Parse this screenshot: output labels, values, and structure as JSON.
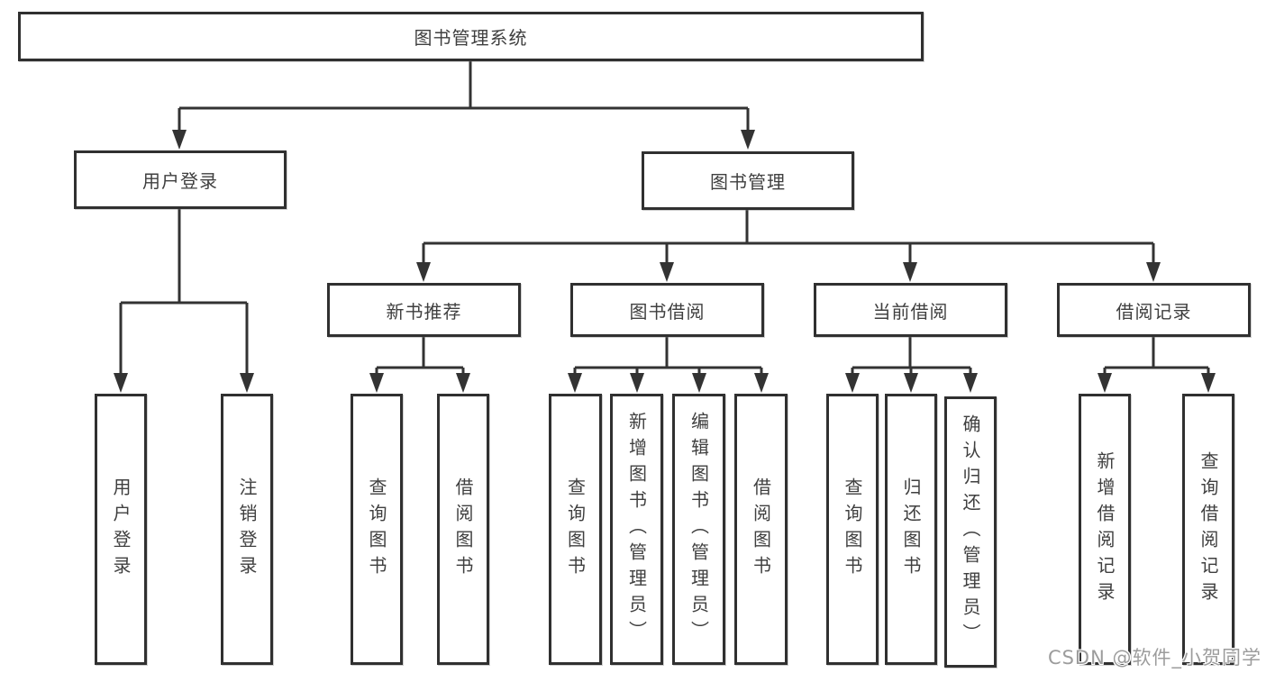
{
  "colors": {
    "line": "#333333",
    "text": "#3f3f3f",
    "box_bg": "#ffffff",
    "watermark": "#9c9c9c"
  },
  "nodes": {
    "root": {
      "label": "图书管理系统"
    },
    "user_login": {
      "label": "用户登录"
    },
    "book_mgmt": {
      "label": "图书管理"
    },
    "new_book_rec": {
      "label": "新书推荐"
    },
    "book_borrow": {
      "label": "图书借阅"
    },
    "current_borrow": {
      "label": "当前借阅"
    },
    "borrow_record": {
      "label": "借阅记录"
    },
    "ul_user_login": {
      "label": "用户登录"
    },
    "ul_logout": {
      "label": "注销登录"
    },
    "nb_query_book": {
      "label": "查询图书"
    },
    "nb_borrow_book": {
      "label": "借阅图书"
    },
    "bb_query_book": {
      "label": "查询图书"
    },
    "bb_add_book": {
      "label": "新增图书（管理员）"
    },
    "bb_edit_book": {
      "label": "编辑图书（管理员）"
    },
    "bb_borrow_book": {
      "label": "借阅图书"
    },
    "cb_query_book": {
      "label": "查询图书"
    },
    "cb_return_book": {
      "label": "归还图书"
    },
    "cb_confirm_return": {
      "label": "确认归还（管理员）"
    },
    "br_add_record": {
      "label": "新增借阅记录"
    },
    "br_query_record": {
      "label": "查询借阅记录"
    }
  },
  "edges": [
    {
      "from": "root",
      "to": [
        "user_login",
        "book_mgmt"
      ]
    },
    {
      "from": "user_login",
      "to": [
        "ul_user_login",
        "ul_logout"
      ]
    },
    {
      "from": "book_mgmt",
      "to": [
        "new_book_rec",
        "book_borrow",
        "current_borrow",
        "borrow_record"
      ]
    },
    {
      "from": "new_book_rec",
      "to": [
        "nb_query_book",
        "nb_borrow_book"
      ]
    },
    {
      "from": "book_borrow",
      "to": [
        "bb_query_book",
        "bb_add_book",
        "bb_edit_book",
        "bb_borrow_book"
      ]
    },
    {
      "from": "current_borrow",
      "to": [
        "cb_query_book",
        "cb_return_book",
        "cb_confirm_return"
      ]
    },
    {
      "from": "borrow_record",
      "to": [
        "br_add_record",
        "br_query_record"
      ]
    }
  ],
  "watermark": {
    "text": "CSDN @软件_小贺同学"
  }
}
